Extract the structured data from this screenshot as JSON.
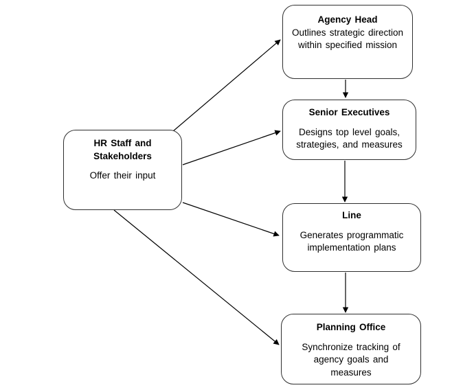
{
  "diagram": {
    "background_color": "#ffffff",
    "node_border_color": "#2e2e2e",
    "arrow_color": "#000000",
    "text_color": "#000000",
    "nodes": [
      {
        "id": "hr-staff",
        "title": "HR Staff and Stakeholders",
        "body": "Offer their input"
      },
      {
        "id": "agency-head",
        "title": "Agency Head",
        "body": "Outlines strategic direction within specified mission"
      },
      {
        "id": "senior-executives",
        "title": "Senior Executives",
        "body": "Designs top level goals, strategies, and measures"
      },
      {
        "id": "line",
        "title": "Line",
        "body": "Generates programmatic implementation plans"
      },
      {
        "id": "planning-office",
        "title": "Planning Office",
        "body": "Synchronize tracking of agency goals and measures"
      }
    ],
    "edges": [
      {
        "from": "hr-staff",
        "to": "agency-head"
      },
      {
        "from": "hr-staff",
        "to": "senior-executives"
      },
      {
        "from": "hr-staff",
        "to": "line"
      },
      {
        "from": "hr-staff",
        "to": "planning-office"
      },
      {
        "from": "agency-head",
        "to": "senior-executives"
      },
      {
        "from": "senior-executives",
        "to": "line"
      },
      {
        "from": "line",
        "to": "planning-office"
      }
    ]
  }
}
